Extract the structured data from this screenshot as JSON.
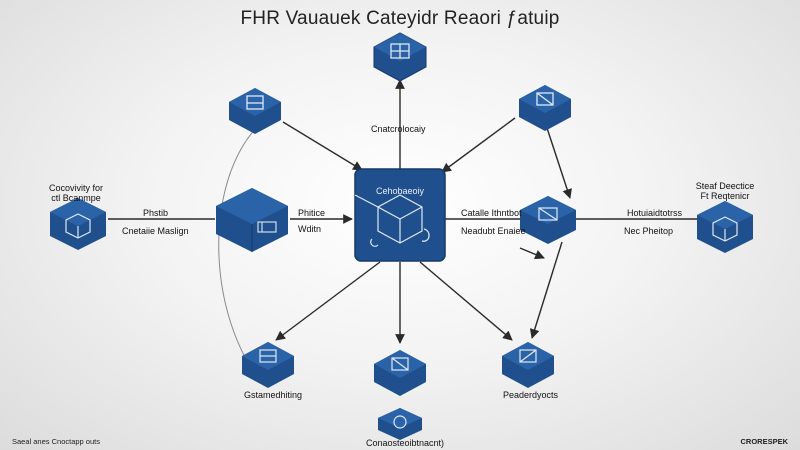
{
  "title": "FHR Vauauek Cateyidr Reaori ƒatuip",
  "labels": {
    "top_node": "Cnatcrolocaiy",
    "left_node_1": "Cocovivity for",
    "left_node_2": "ctl Bcanmpe",
    "left_edge_top": "Phstib",
    "left_edge_bottom": "Cnetaiie Maslign",
    "hub_left_top": "Phitice",
    "hub_left_bottom": "Wditn",
    "hub_caption": "Cehobaeoiy",
    "right_edge_top": "Catalle Ithntbot",
    "right_edge_bottom": "Neadubt Enaiee",
    "far_right_edge_top": "Hotuiaidtotrss",
    "far_right_edge_bottom": "Nec Pheitop",
    "right_node_1": "Steaf Deectice",
    "right_node_2": "Ft Reqtenicr",
    "bottom_left": "Gstamedhiting",
    "bottom_right": "Peaderdyocts",
    "bottom_center": "Conaosteoibtnacnt)"
  },
  "footer": {
    "left": "Saeal anes Cnoctapp outs",
    "right": "CRORESPEK"
  },
  "colors": {
    "node_fill": "#1f4f8c",
    "node_dark": "#163a6a",
    "line": "#2a2a2a"
  }
}
